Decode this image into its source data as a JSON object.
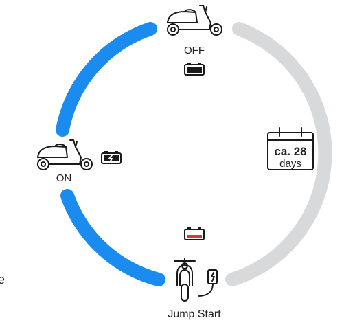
{
  "labels": {
    "off": "OFF",
    "on": "ON",
    "jump_start": "Jump Start",
    "edge_fragment": "e"
  },
  "calendar": {
    "line1": "ca. 28",
    "line2": "days"
  },
  "icons": {
    "top": "scooter-side-icon",
    "left": "scooter-side-icon",
    "bottom": "scooter-front-icon",
    "charger": "charger-plug-icon",
    "battery_full": "battery-full-icon",
    "battery_charging": "battery-charging-icon",
    "battery_low": "battery-low-icon",
    "calendar": "calendar-icon"
  },
  "colors": {
    "active_arc": "#1a8cf0",
    "inactive_arc": "#d7d9db",
    "battery_low_bar": "#d9363e",
    "stroke": "#1a1a1a"
  }
}
